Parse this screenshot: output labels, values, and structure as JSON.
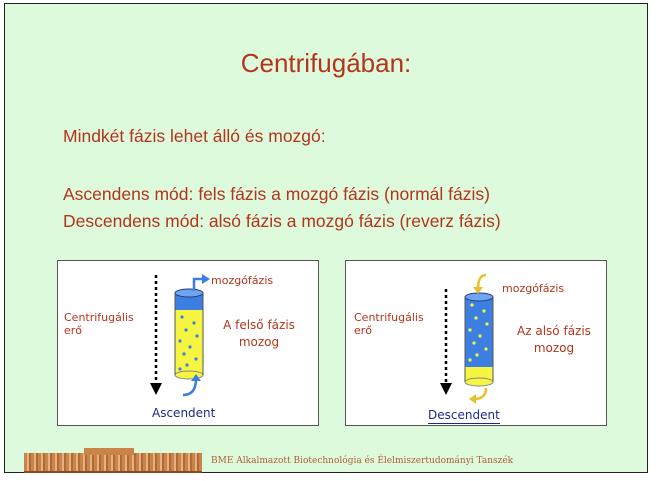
{
  "title": "Centrifugában:",
  "lines": [
    "Mindkét fázis lehet álló és mozgó:",
    "Ascendens mód: fels   fázis a mozgó fázis (normál fázis)",
    "Descendens mód: alsó fázis a mozgó fázis (reverz fázis)"
  ],
  "panel_left": {
    "force_label": "Centrifugális erő",
    "mobile_label": "mozgófázis",
    "phase_label": "A felső fázis mozog",
    "caption": "Ascendent"
  },
  "panel_right": {
    "force_label": "Centrifugális erő",
    "mobile_label": "mozgófázis",
    "phase_label": "Az alsó fázis mozog",
    "caption": "Descendent"
  },
  "footer": {
    "text": "BME Alkalmazott Biotechnológia és Élelmiszertudományi Tanszék"
  },
  "colors": {
    "background": "#ddfadd",
    "text_accent": "#b4341c",
    "blue_phase": "#3d7fe0",
    "yellow_phase": "#f5f542",
    "caption": "#1c2a88"
  }
}
